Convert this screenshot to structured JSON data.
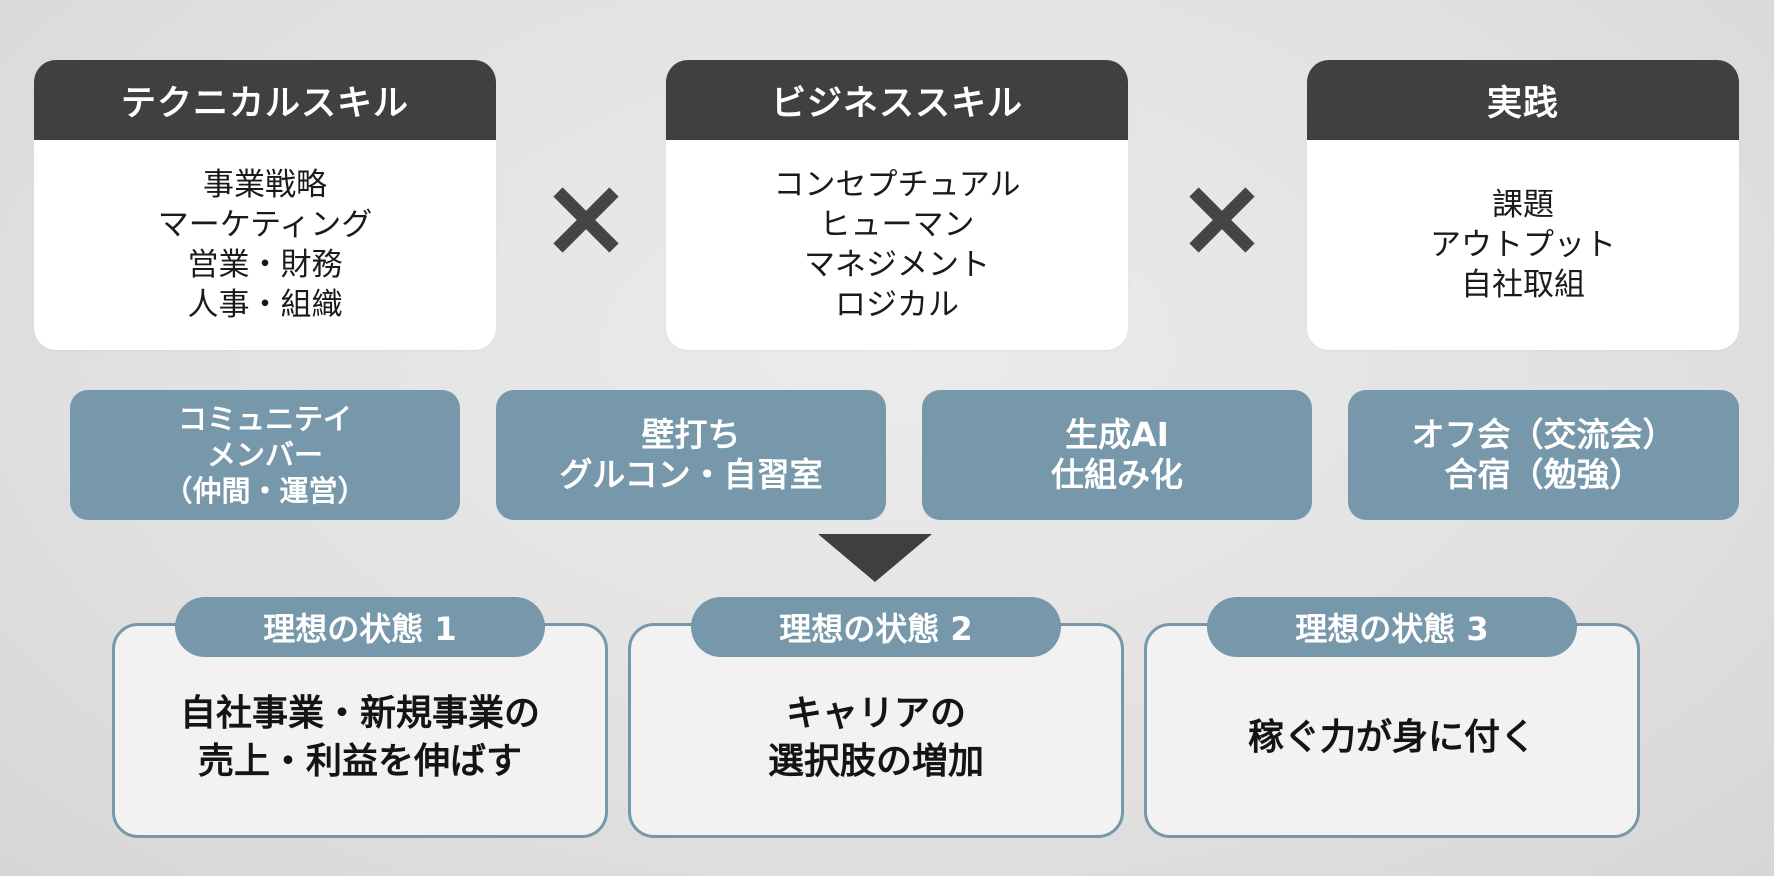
{
  "skills": [
    {
      "title": "テクニカルスキル",
      "lines": [
        "事業戦略",
        "マーケティング",
        "営業・財務",
        "人事・組織"
      ]
    },
    {
      "title": "ビジネススキル",
      "lines": [
        "コンセプチュアル",
        "ヒューマン",
        "マネジメント",
        "ロジカル"
      ]
    },
    {
      "title": "実践",
      "lines": [
        "課題",
        "アウトプット",
        "自社取組"
      ]
    }
  ],
  "features": [
    {
      "lines": [
        "コミュニテイ",
        "メンバー",
        "（仲間・運営）"
      ]
    },
    {
      "lines": [
        "壁打ち",
        "グルコン・自習室"
      ]
    },
    {
      "lines": [
        "生成AI",
        "仕組み化"
      ]
    },
    {
      "lines": [
        "オフ会（交流会）",
        "合宿（勉強）"
      ]
    }
  ],
  "ideals": [
    {
      "label": "理想の状態 1",
      "lines": [
        "自社事業・新規事業の",
        "売上・利益を伸ばす"
      ]
    },
    {
      "label": "理想の状態 2",
      "lines": [
        "キャリアの",
        "選択肢の増加"
      ]
    },
    {
      "label": "理想の状態 3",
      "lines": [
        "稼ぐ力が身に付く"
      ]
    }
  ],
  "colors": {
    "header_dark": "#404040",
    "accent_blue_gray": "#7797aa",
    "card_white": "#ffffff",
    "ideal_card_bg": "#f2f2f2"
  },
  "icons": [
    "multiply-icon",
    "multiply-icon",
    "arrow-down-icon"
  ]
}
